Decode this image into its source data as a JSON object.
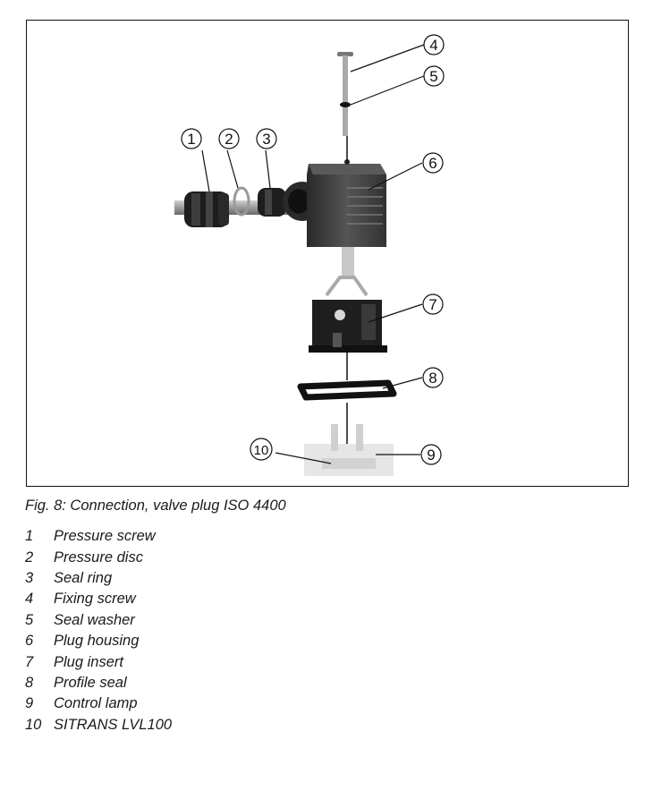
{
  "figure": {
    "caption": "Fig. 8: Connection, valve plug ISO 4400",
    "callouts": [
      "1",
      "2",
      "3",
      "4",
      "5",
      "6",
      "7",
      "8",
      "9",
      "10"
    ]
  },
  "legend": [
    {
      "number": "1",
      "label": "Pressure screw"
    },
    {
      "number": "2",
      "label": "Pressure disc"
    },
    {
      "number": "3",
      "label": "Seal ring"
    },
    {
      "number": "4",
      "label": "Fixing screw"
    },
    {
      "number": "5",
      "label": "Seal washer"
    },
    {
      "number": "6",
      "label": "Plug housing"
    },
    {
      "number": "7",
      "label": "Plug insert"
    },
    {
      "number": "8",
      "label": "Profile seal"
    },
    {
      "number": "9",
      "label": "Control lamp"
    },
    {
      "number": "10",
      "label": "SITRANS LVL100"
    }
  ]
}
